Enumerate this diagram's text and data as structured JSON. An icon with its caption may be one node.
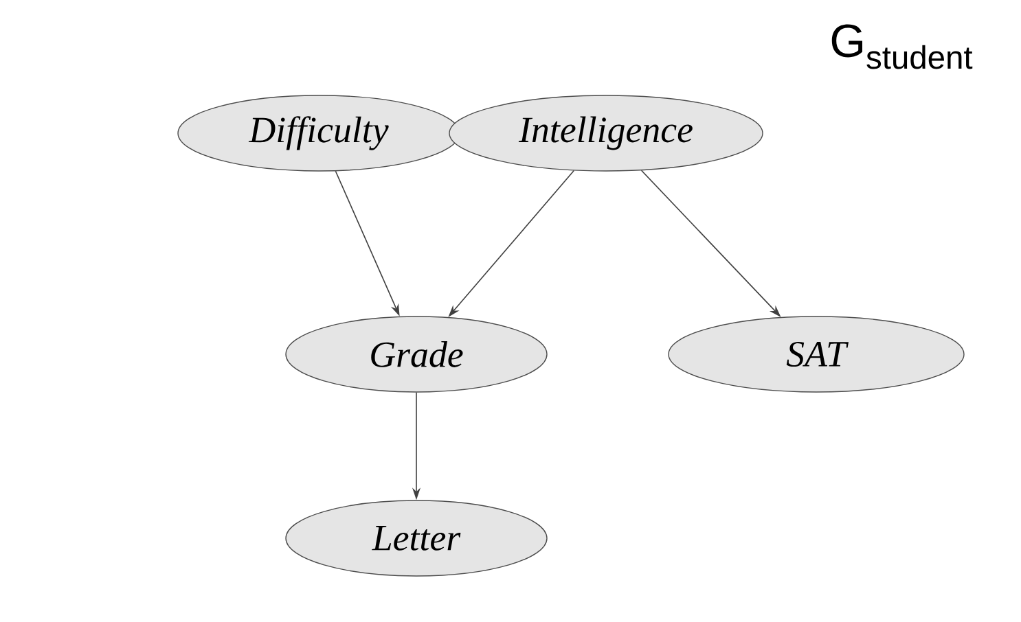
{
  "diagram": {
    "title": "G$_{student}$",
    "nodes": [
      {
        "text": [
          "Difficulty"
        ]
      },
      {
        "text": [
          "Intelligence"
        ]
      },
      {
        "text": [
          "Grade"
        ]
      },
      {
        "text": [
          "SAT"
        ]
      },
      {
        "text": [
          "Letter"
        ]
      }
    ],
    "edges": [
      {
        "from": 0,
        "to": 2,
        "arrow": "to"
      },
      {
        "from": 1,
        "to": 2,
        "arrow": "to"
      },
      {
        "from": 1,
        "to": 3,
        "arrow": "to"
      },
      {
        "from": 2,
        "to": 4,
        "arrow": "to"
      }
    ]
  }
}
